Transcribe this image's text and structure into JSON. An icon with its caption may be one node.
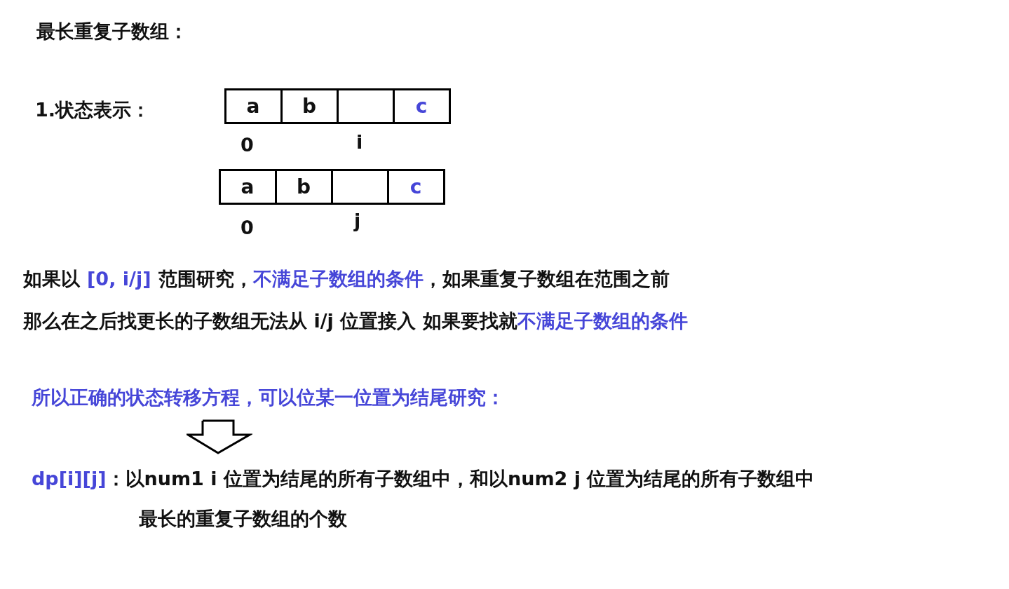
{
  "diagram": {
    "title": "最长重复子数组：",
    "nodes": [
      {
        "text": [
          "a"
        ]
      },
      {
        "text": [
          "b"
        ]
      },
      {
        "text": [],
        "shape": "box"
      },
      {
        "text": [
          "c"
        ]
      },
      {
        "text": [
          "a"
        ]
      },
      {
        "text": [
          "b"
        ]
      },
      {
        "text": [],
        "shape": "box"
      },
      {
        "text": [
          "c"
        ]
      }
    ],
    "edges": [],
    "labels": [
      "1.状态表示：",
      "0",
      "i",
      "0",
      "j",
      "如果以",
      "[0, i/j]",
      "范围研究，",
      "不满足子数组的条件",
      "，如果重复子数组在范围之前",
      "那么在之后找更长的子数组无法从 i/j 位置接入 如果要找就",
      "不满足子数组的条件",
      "所以正确的状态转移方程，可以位某一位置为结尾研究：",
      "dp[i][j]",
      "：以num1 i 位置为结尾的所有子数组中，和以num2 j 位置为结尾的所有子数组中",
      "最长的重复子数组的个数"
    ]
  }
}
